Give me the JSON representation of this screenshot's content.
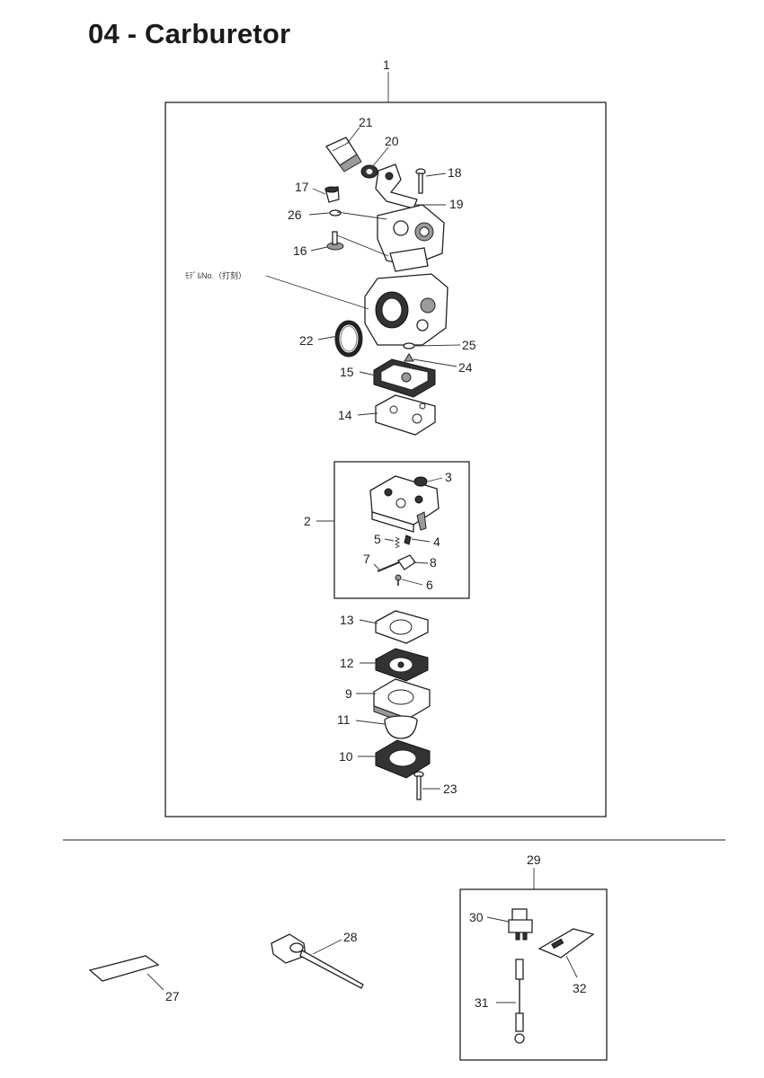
{
  "title": "04 - Carburetor",
  "stamp_note": "ﾓﾃﾞﾙNo.（打刻）",
  "callouts": {
    "p1": "1",
    "p2": "2",
    "p3": "3",
    "p4": "4",
    "p5": "5",
    "p6": "6",
    "p7": "7",
    "p8": "8",
    "p9": "9",
    "p10": "10",
    "p11": "11",
    "p12": "12",
    "p13": "13",
    "p14": "14",
    "p15": "15",
    "p16": "16",
    "p17": "17",
    "p18": "18",
    "p19": "19",
    "p20": "20",
    "p21": "21",
    "p22": "22",
    "p23": "23",
    "p24": "24",
    "p25": "25",
    "p26": "26",
    "p27": "27",
    "p28": "28",
    "p29": "29",
    "p30": "30",
    "p31": "31",
    "p32": "32"
  }
}
